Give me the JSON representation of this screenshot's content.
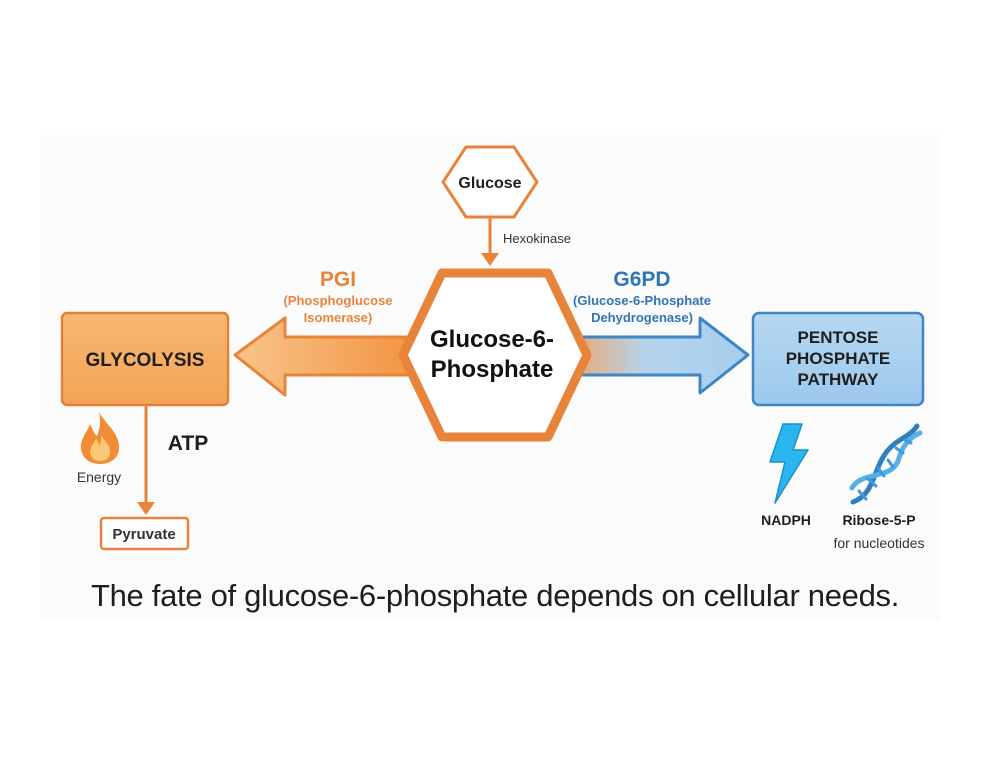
{
  "diagram": {
    "glucose_label": "Glucose",
    "hexokinase_label": "Hexokinase",
    "g6p_line1": "Glucose-6-",
    "g6p_line2": "Phosphate",
    "pgi_title": "PGI",
    "pgi_line1": "(Phosphoglucose",
    "pgi_line2": "Isomerase)",
    "g6pd_title": "G6PD",
    "g6pd_line1": "(Glucose-6-Phosphate",
    "g6pd_line2": "Dehydrogenase)",
    "glycolysis_label": "GLYCOLYSIS",
    "pentose_line1": "PENTOSE",
    "pentose_line2": "PHOSPHATE",
    "pentose_line3": "PATHWAY",
    "energy_label": "Energy",
    "atp_label": "ATP",
    "pyruvate_label": "Pyruvate",
    "nadph_label": "NADPH",
    "ribose_label": "Ribose-5-P",
    "nucleotides_label": "for nucleotides",
    "caption": "The fate of glucose-6-phosphate depends on cellular needs."
  },
  "colors": {
    "orange": "#e8843a",
    "orange_fill": "#f6b266",
    "blue": "#3f86c4",
    "blue_fill": "#a9d0ee",
    "lightning": "#29b6f0",
    "text_dark": "#1e1e1e"
  },
  "icons": [
    "flame-icon",
    "lightning-icon",
    "dna-icon"
  ]
}
